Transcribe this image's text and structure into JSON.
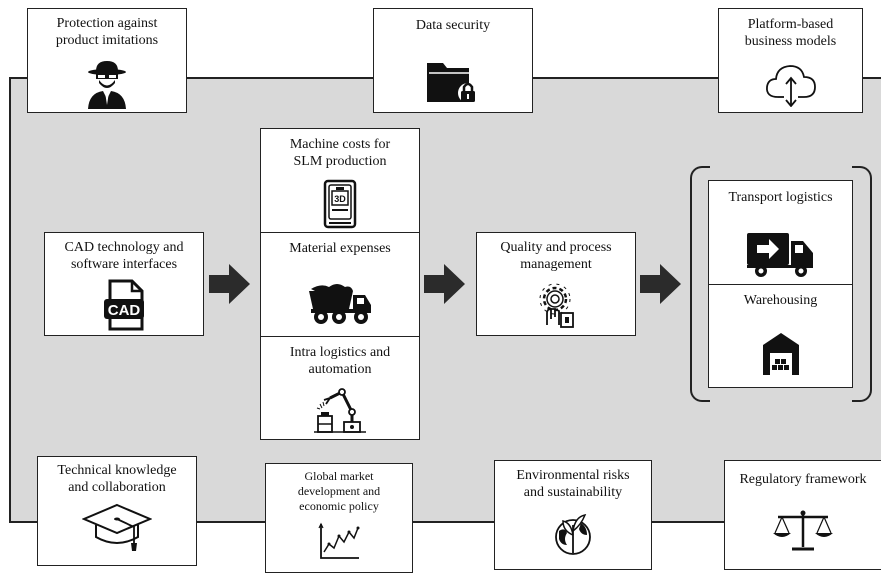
{
  "top": [
    {
      "label": "Protection against\nproduct imitations",
      "icon": "detective-icon"
    },
    {
      "label": "Data security",
      "icon": "locked-folder-icon"
    },
    {
      "label": "Platform-based\nbusiness models",
      "icon": "cloud-upload-download-icon"
    }
  ],
  "flow": {
    "cad": {
      "label": "CAD technology and\nsoftware interfaces",
      "icon": "cad-file-icon"
    },
    "production": [
      {
        "label": "Machine costs for\nSLM  production",
        "icon": "3d-printer-icon"
      },
      {
        "label": "Material expenses",
        "icon": "dump-truck-icon"
      },
      {
        "label": "Intra logistics and\nautomation",
        "icon": "robot-arm-icon"
      }
    ],
    "quality": {
      "label": "Quality and process\nmanagement",
      "icon": "gear-hand-icon"
    },
    "logistics": [
      {
        "label": "Transport logistics",
        "icon": "delivery-truck-icon"
      },
      {
        "label": "Warehousing",
        "icon": "warehouse-icon"
      }
    ]
  },
  "bottom": [
    {
      "label": "Technical knowledge\nand collaboration",
      "icon": "graduation-cap-icon"
    },
    {
      "label": "Global market\ndevelopment and\neconomic policy",
      "icon": "line-chart-icon"
    },
    {
      "label": "Environmental risks\nand sustainability",
      "icon": "plant-globe-icon"
    },
    {
      "label": "Regulatory framework",
      "icon": "scales-icon"
    }
  ],
  "colors": {
    "panel": "#d9d9d9",
    "ink": "#1a1a1a",
    "arrow": "#2b2b2b"
  }
}
